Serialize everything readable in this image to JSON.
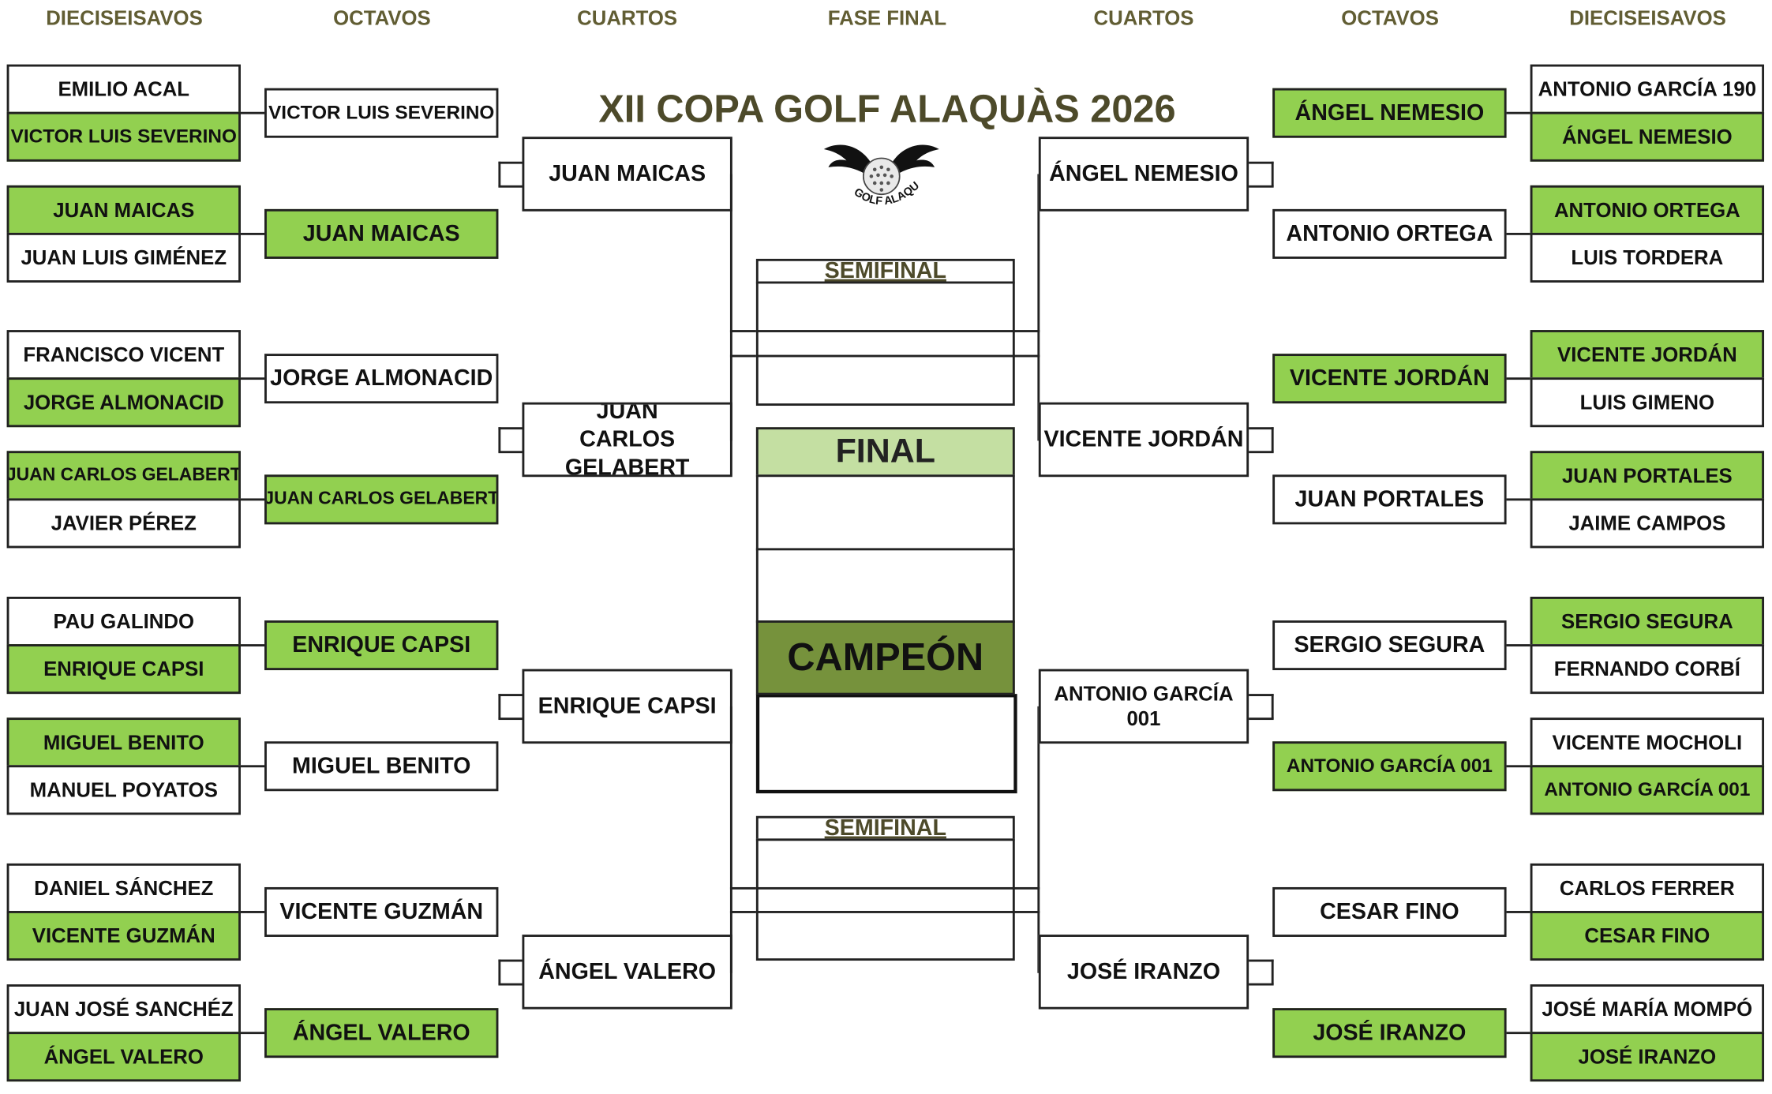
{
  "headers": {
    "left_r32": "DIECISEISAVOS",
    "left_r16": "OCTAVOS",
    "left_qf": "CUARTOS",
    "center": "FASE FINAL",
    "right_qf": "CUARTOS",
    "right_r16": "OCTAVOS",
    "right_r32": "DIECISEISAVOS"
  },
  "title": "XII COPA GOLF ALAQUÀS 2026",
  "logo_text": "GOLF ALAQUÀS",
  "center": {
    "semifinal_top": "SEMIFINAL",
    "final": "FINAL",
    "campeon": "CAMPEÓN",
    "semifinal_bottom": "SEMIFINAL"
  },
  "left": {
    "r32": [
      [
        "EMILIO ACAL",
        "VICTOR LUIS SEVERINO"
      ],
      [
        "JUAN MAICAS",
        "JUAN LUIS GIMÉNEZ"
      ],
      [
        "FRANCISCO VICENT",
        "JORGE ALMONACID"
      ],
      [
        "JUAN CARLOS GELABERT",
        "JAVIER PÉREZ"
      ],
      [
        "PAU GALINDO",
        "ENRIQUE CAPSI"
      ],
      [
        "MIGUEL BENITO",
        "MANUEL POYATOS"
      ],
      [
        "DANIEL SÁNCHEZ",
        "VICENTE GUZMÁN"
      ],
      [
        "JUAN JOSÉ SANCHÉZ",
        "ÁNGEL VALERO"
      ]
    ],
    "r16": [
      "VICTOR LUIS SEVERINO",
      "JUAN MAICAS",
      "JORGE ALMONACID",
      "JUAN CARLOS GELABERT",
      "ENRIQUE CAPSI",
      "MIGUEL BENITO",
      "VICENTE GUZMÁN",
      "ÁNGEL VALERO"
    ],
    "qf": [
      "JUAN MAICAS",
      "JUAN CARLOS GELABERT",
      "ENRIQUE CAPSI",
      "ÁNGEL VALERO"
    ]
  },
  "right": {
    "r32": [
      [
        "ANTONIO GARCÍA 190",
        "ÁNGEL NEMESIO"
      ],
      [
        "ANTONIO ORTEGA",
        "LUIS TORDERA"
      ],
      [
        "VICENTE JORDÁN",
        "LUIS GIMENO"
      ],
      [
        "JUAN PORTALES",
        "JAIME CAMPOS"
      ],
      [
        "SERGIO SEGURA",
        "FERNANDO CORBÍ"
      ],
      [
        "VICENTE MOCHOLI",
        "ANTONIO GARCÍA 001"
      ],
      [
        "CARLOS FERRER",
        "CESAR FINO"
      ],
      [
        "JOSÉ MARÍA MOMPÓ",
        "JOSÉ IRANZO"
      ]
    ],
    "r16": [
      "ÁNGEL NEMESIO",
      "ANTONIO ORTEGA",
      "VICENTE JORDÁN",
      "JUAN PORTALES",
      "SERGIO SEGURA",
      "ANTONIO GARCÍA 001",
      "CESAR FINO",
      "JOSÉ IRANZO"
    ],
    "qf": [
      "ÁNGEL NEMESIO",
      "VICENTE JORDÁN",
      "ANTONIO GARCÍA 001",
      "JOSÉ IRANZO"
    ]
  },
  "colors": {
    "winner": "#92d050",
    "final": "#c4dfa2",
    "campeon": "#76923c",
    "title": "#4d4a2a"
  }
}
